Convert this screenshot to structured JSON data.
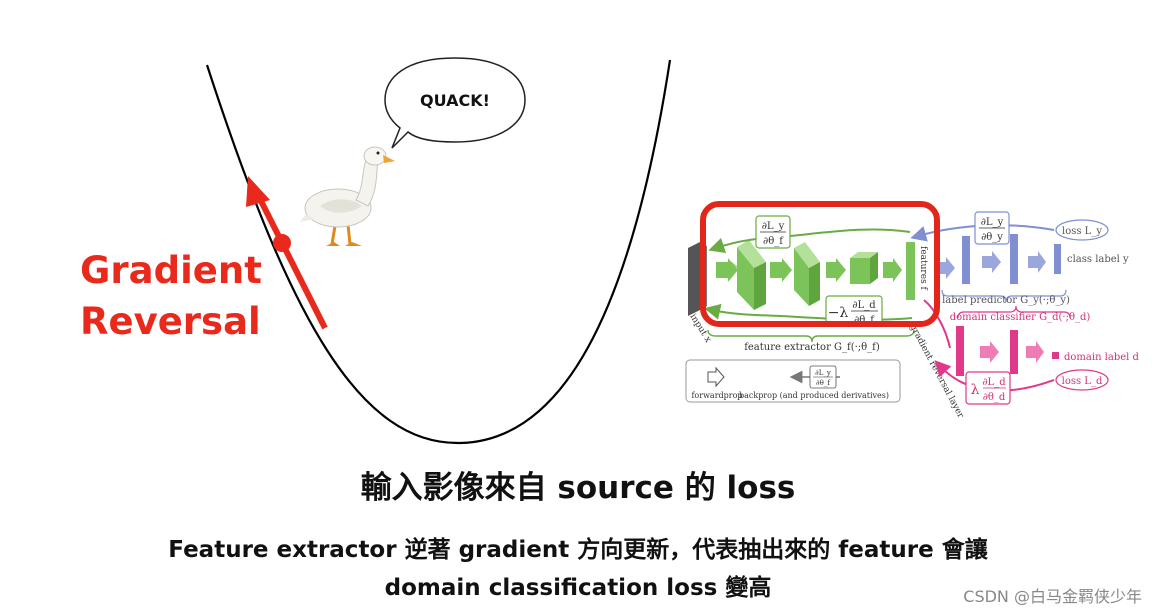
{
  "speech_text": "QUACK!",
  "gradient_label": {
    "line1": "Gradient",
    "line2": "Reversal",
    "color": "#e8291c"
  },
  "network": {
    "features_label": "features f",
    "input_label": "input x",
    "grad_reversal_label": "gradient reversal layer",
    "feature_extractor_label": "feature extractor G_f(·;θ_f)",
    "label_predictor_label": "label predictor G_y(·;θ_y)",
    "domain_classifier_label": "domain classifier G_d(·;θ_d)",
    "class_label": "class label y",
    "domain_label": "domain label d",
    "loss_y": "loss L_y",
    "loss_d": "loss L_d",
    "grad_y_f": {
      "num": "∂L_y",
      "den": "∂θ_f"
    },
    "grad_y_y": {
      "num": "∂L_y",
      "den": "∂θ_y"
    },
    "grad_d_f": {
      "prefix": "−λ",
      "num": "∂L_d",
      "den": "∂θ_f"
    },
    "grad_d_d": {
      "prefix": "λ",
      "num": "∂L_d",
      "den": "∂θ_d"
    },
    "legend_forward": "forwardprop",
    "legend_backprop": "backprop (and produced derivatives)",
    "legend_grad": {
      "num": "∂L_y",
      "den": "∂θ_f"
    },
    "colors": {
      "green": "#7cc35a",
      "blue": "#7f8fd0",
      "pink": "#e0398a",
      "highlight": "#e3261c"
    }
  },
  "caption_main": "輸入影像來自 source 的 loss",
  "caption_sub1": "Feature extractor 逆著 gradient 方向更新，代表抽出來的 feature 會讓",
  "caption_sub2": "domain classification loss 變高",
  "watermark": "CSDN @白马金羁侠少年"
}
